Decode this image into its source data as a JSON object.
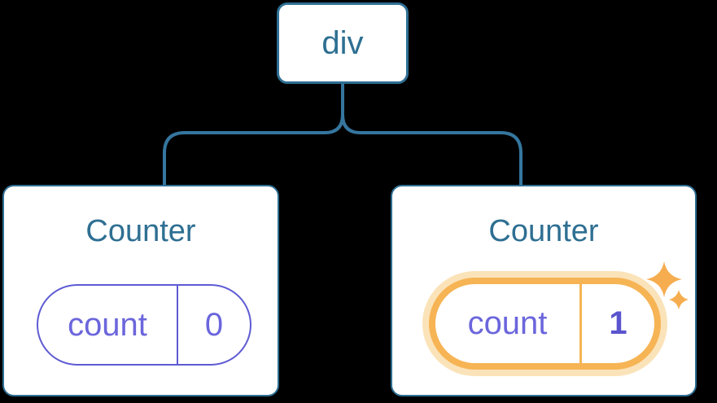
{
  "diagram_type": "component-tree",
  "tree": {
    "root": {
      "label": "div"
    },
    "children": [
      {
        "title": "Counter",
        "state_key": "count",
        "state_value": "0",
        "highlighted": false
      },
      {
        "title": "Counter",
        "state_key": "count",
        "state_value": "1",
        "highlighted": true
      }
    ]
  },
  "icons": {
    "sparkles": "four-point-stars"
  },
  "colors": {
    "bg": "#000000",
    "node-bg": "#FFFFFF",
    "node-border": "#2E6E93",
    "node-text": "#2E6F92",
    "connector": "#35769F",
    "pill-border": "#5E5BD3",
    "pill-text": "#6B66DC",
    "pill-value": "#5A54CE",
    "highlight": "#F6B455",
    "highlight-glow": "#FBE3B9",
    "sparkle": "#F6AD4F"
  }
}
